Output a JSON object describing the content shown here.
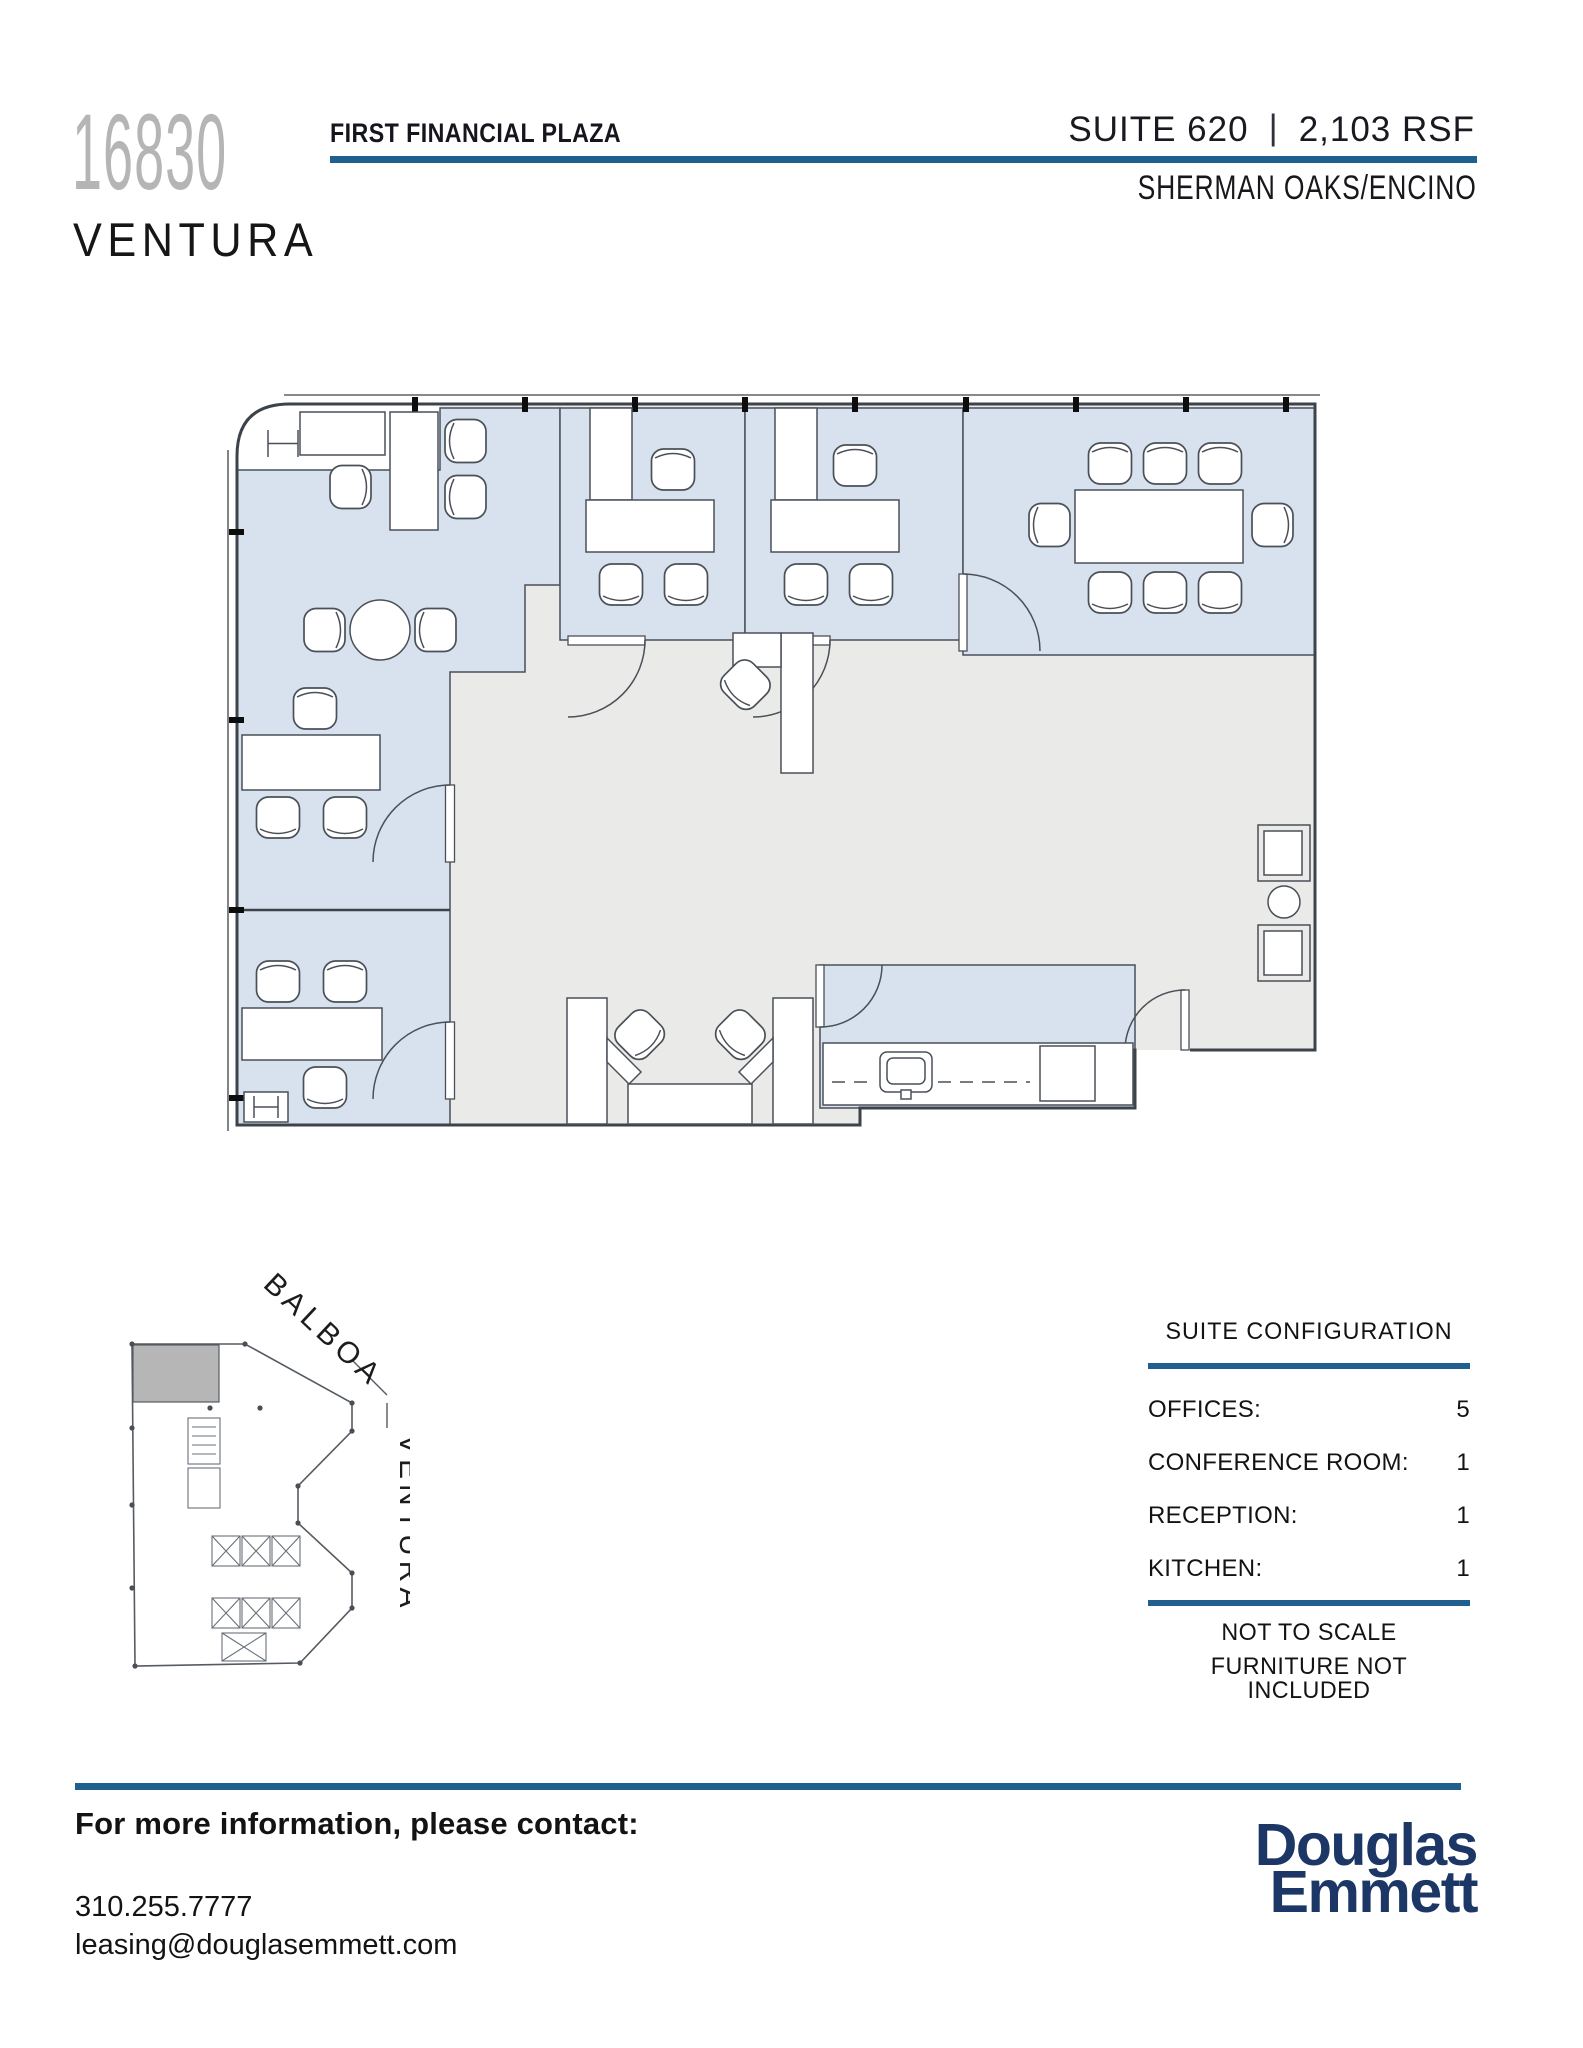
{
  "header": {
    "building_number": "16830",
    "building_name": "VENTURA",
    "property_name": "FIRST FINANCIAL PLAZA",
    "suite": "SUITE 620",
    "separator": "|",
    "area": "2,103 RSF",
    "submarket": "SHERMAN OAKS/ENCINO"
  },
  "suite_configuration": {
    "title": "SUITE CONFIGURATION",
    "rows": [
      {
        "label": "OFFICES:",
        "value": "5"
      },
      {
        "label": "CONFERENCE ROOM:",
        "value": "1"
      },
      {
        "label": "RECEPTION:",
        "value": "1"
      },
      {
        "label": "KITCHEN:",
        "value": "1"
      }
    ],
    "note_scale": "NOT TO SCALE",
    "note_furniture": "FURNITURE NOT INCLUDED"
  },
  "key_plan": {
    "street_top": "BALBOA",
    "street_right": "VENTURA"
  },
  "footer": {
    "contact_heading": "For more information, please contact:",
    "phone": "310.255.7777",
    "email": "leasing@douglasemmett.com",
    "logo_line1": "Douglas",
    "logo_line2": "Emmett"
  },
  "colors": {
    "accent_blue": "#20608f",
    "logo_navy": "#1c3765",
    "room_fill_blue": "#d8e2ee",
    "floor_fill_gray": "#eaeae8",
    "keyplan_suite_gray": "#b6b6b6"
  }
}
